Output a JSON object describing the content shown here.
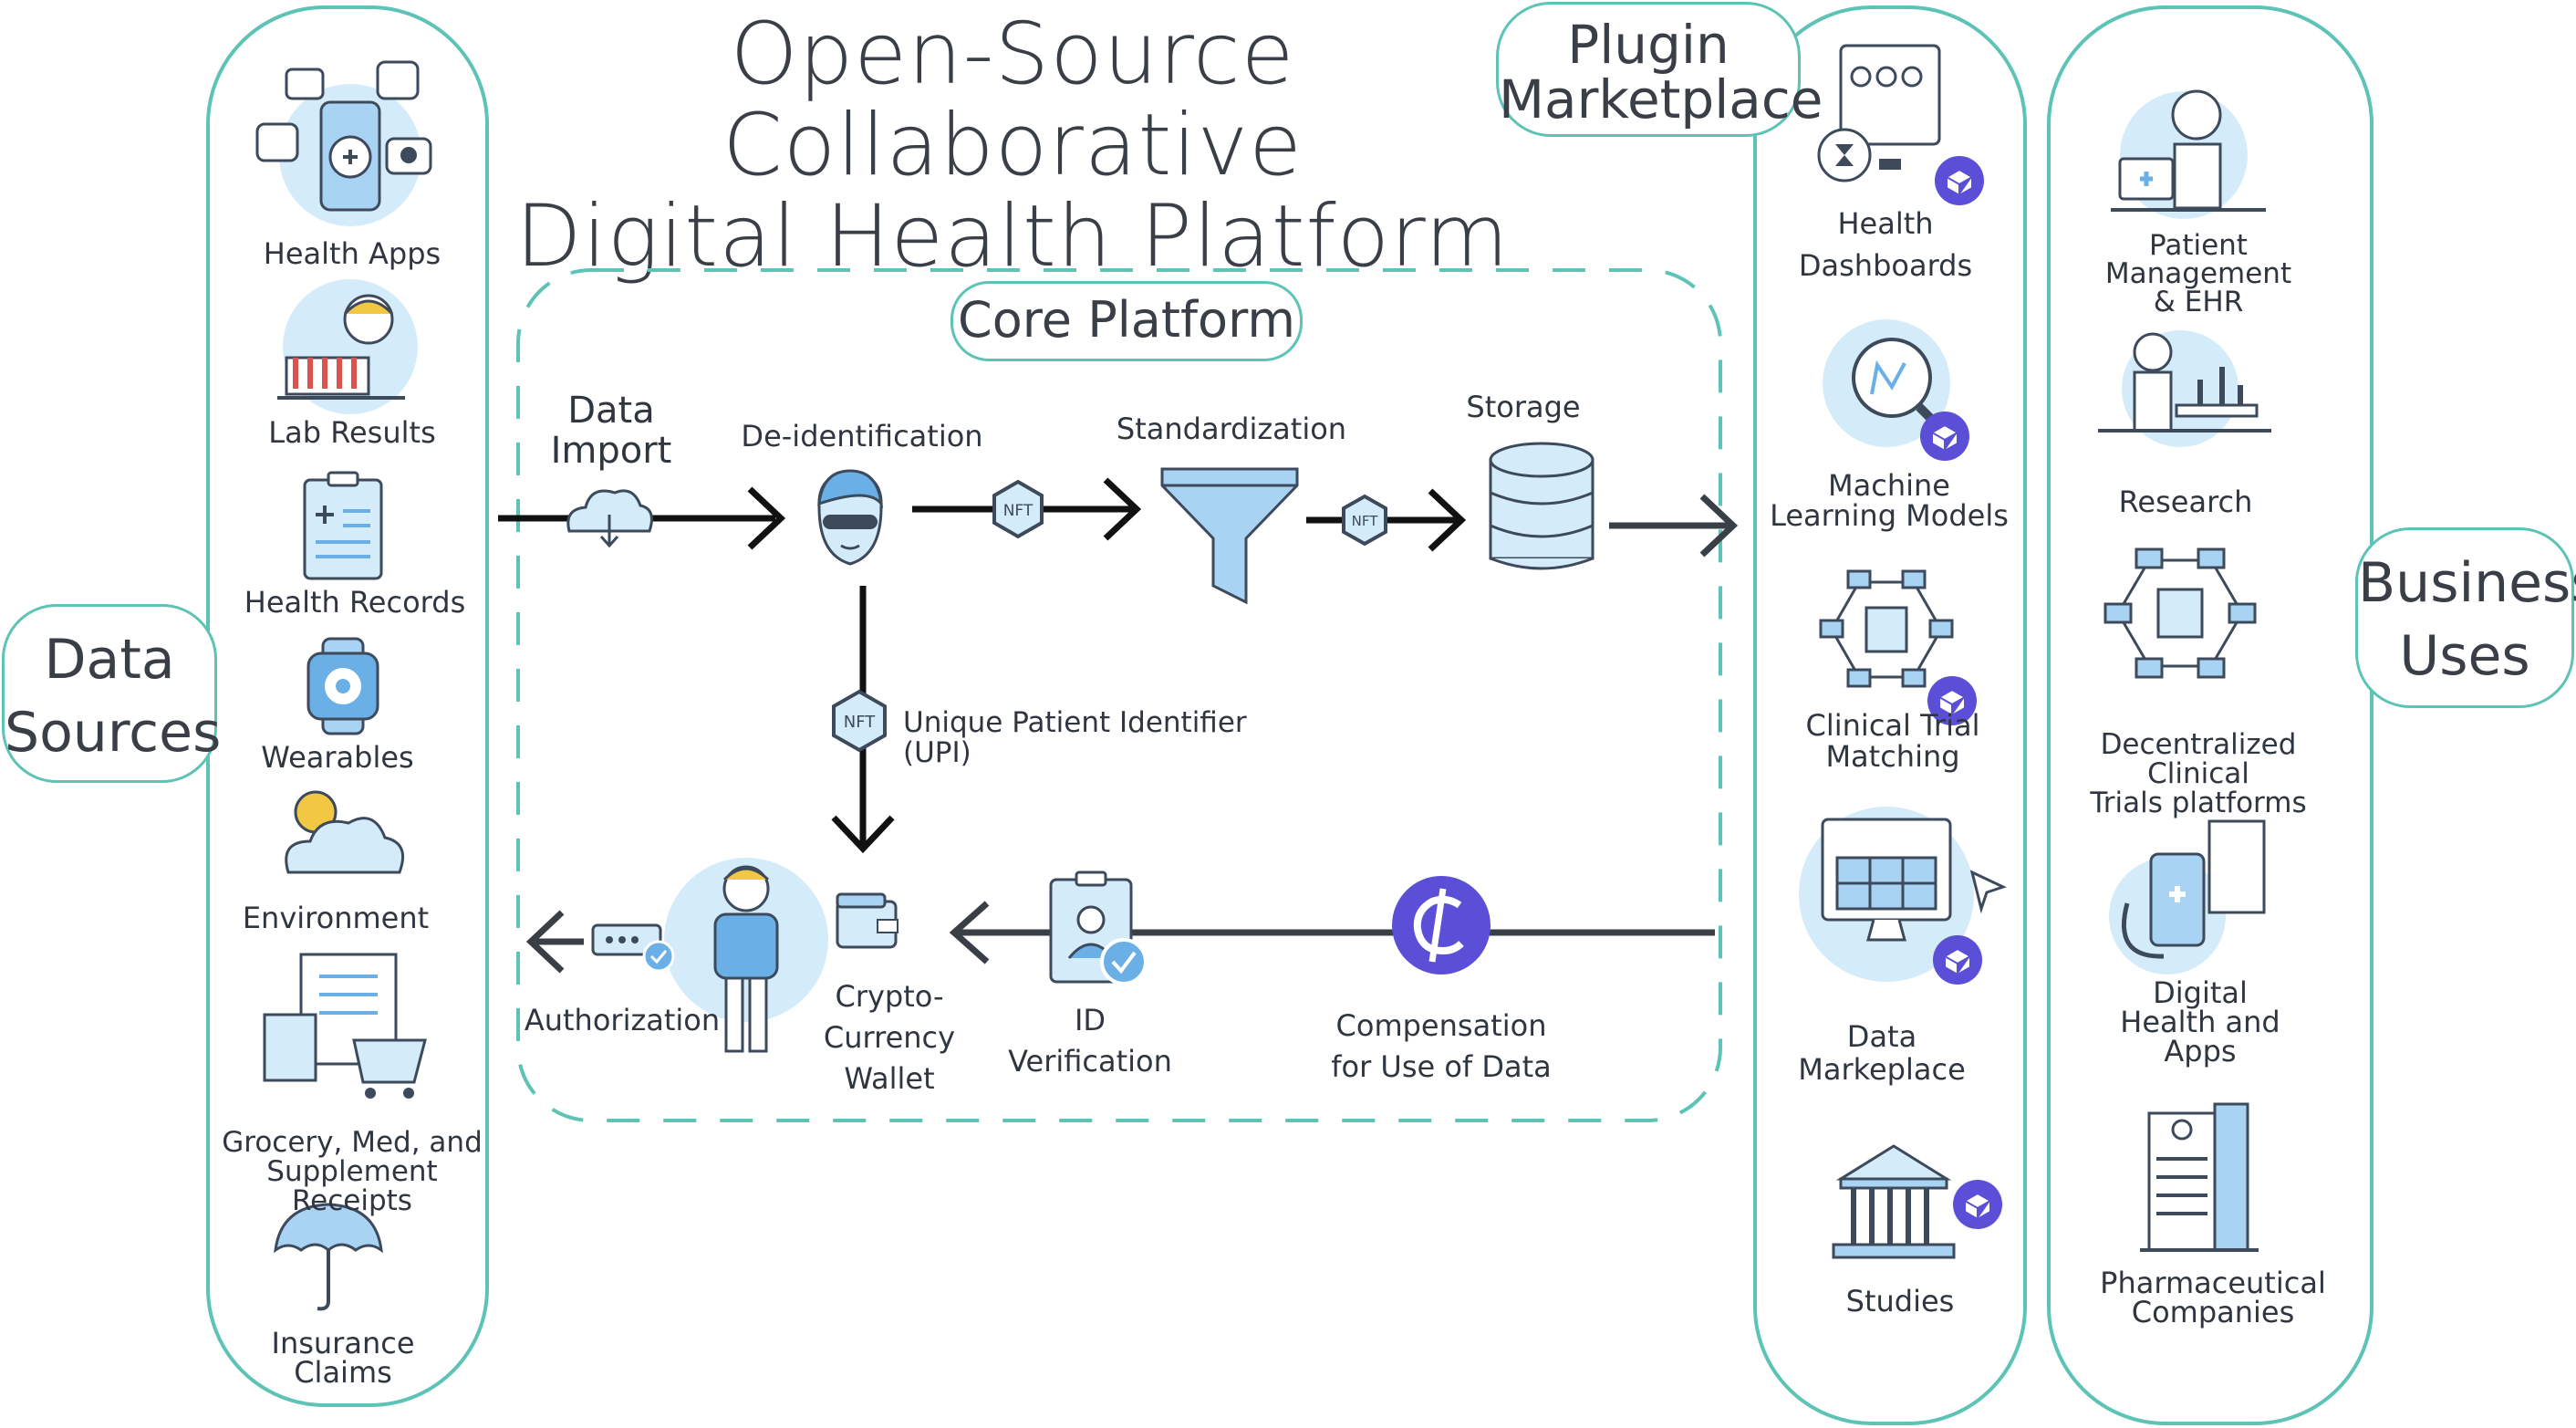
{
  "title_line1": "Open-Source Collaborative",
  "title_line2": "Digital Health Platform",
  "data_sources_label_1": "Data",
  "data_sources_label_2": "Sources",
  "plugin_label_1": "Plugin",
  "plugin_label_2": "Marketplace",
  "business_label_1": "Business",
  "business_label_2": "Uses",
  "core_platform": "Core Platform",
  "data_sources": [
    {
      "label": "Health Apps",
      "icon": "phone-apps-icon"
    },
    {
      "label": "Lab Results",
      "icon": "scientist-icon"
    },
    {
      "label": "Health Records",
      "icon": "clipboard-icon"
    },
    {
      "label": "Wearables",
      "icon": "smartwatch-icon"
    },
    {
      "label": "Environment",
      "icon": "weather-icon"
    },
    {
      "label_1": "Grocery, Med, and",
      "label_2": "Supplement Receipts",
      "icon": "receipt-cart-icon"
    },
    {
      "label_1": "Insurance",
      "label_2": "Claims",
      "icon": "umbrella-icon"
    }
  ],
  "plugins": [
    {
      "label_1": "Health",
      "label_2": "Dashboards",
      "icon": "dashboard-icon"
    },
    {
      "label_1": "Machine",
      "label_2": "Learning Models",
      "icon": "ml-search-icon"
    },
    {
      "label_1": "Clinical Trial",
      "label_2": "Matching",
      "icon": "network-icon"
    },
    {
      "label_1": "Data",
      "label_2": "Markeplace",
      "icon": "monitor-icon"
    },
    {
      "label": "Studies",
      "icon": "institution-icon"
    }
  ],
  "business_uses": [
    {
      "label_1": "Patient Management",
      "label_2": "& EHR",
      "icon": "doctor-icon"
    },
    {
      "label": "Research",
      "icon": "researcher-icon"
    },
    {
      "label_1": "Decentralized Clinical",
      "label_2": "Trials platforms",
      "icon": "network-icon"
    },
    {
      "label_1": "Digital",
      "label_2": "Health and",
      "label_3": "Apps",
      "icon": "stethoscope-icon"
    },
    {
      "label_1": "Pharmaceutical",
      "label_2": "Companies",
      "icon": "building-icon"
    }
  ],
  "flow": {
    "data_import_1": "Data",
    "data_import_2": "Import",
    "deidentification": "De-identification",
    "standardization": "Standardization",
    "storage": "Storage",
    "upi": "Unique Patient Identifier  (UPI)",
    "authorization": "Authorization",
    "wallet_1": "Crypto-",
    "wallet_2": "Currency",
    "wallet_3": "Wallet",
    "id_1": "ID",
    "id_2": "Verification",
    "compensation_1": "Compensation",
    "compensation_2": "for Use of Data",
    "nft_badge": "NFT"
  },
  "colors": {
    "teal": "#5cc3b6",
    "icon_blue": "#d4ecf9",
    "icon_line": "#3d4a5c",
    "purple": "#5a4fd6",
    "accent_blue": "#6ab0e6"
  }
}
